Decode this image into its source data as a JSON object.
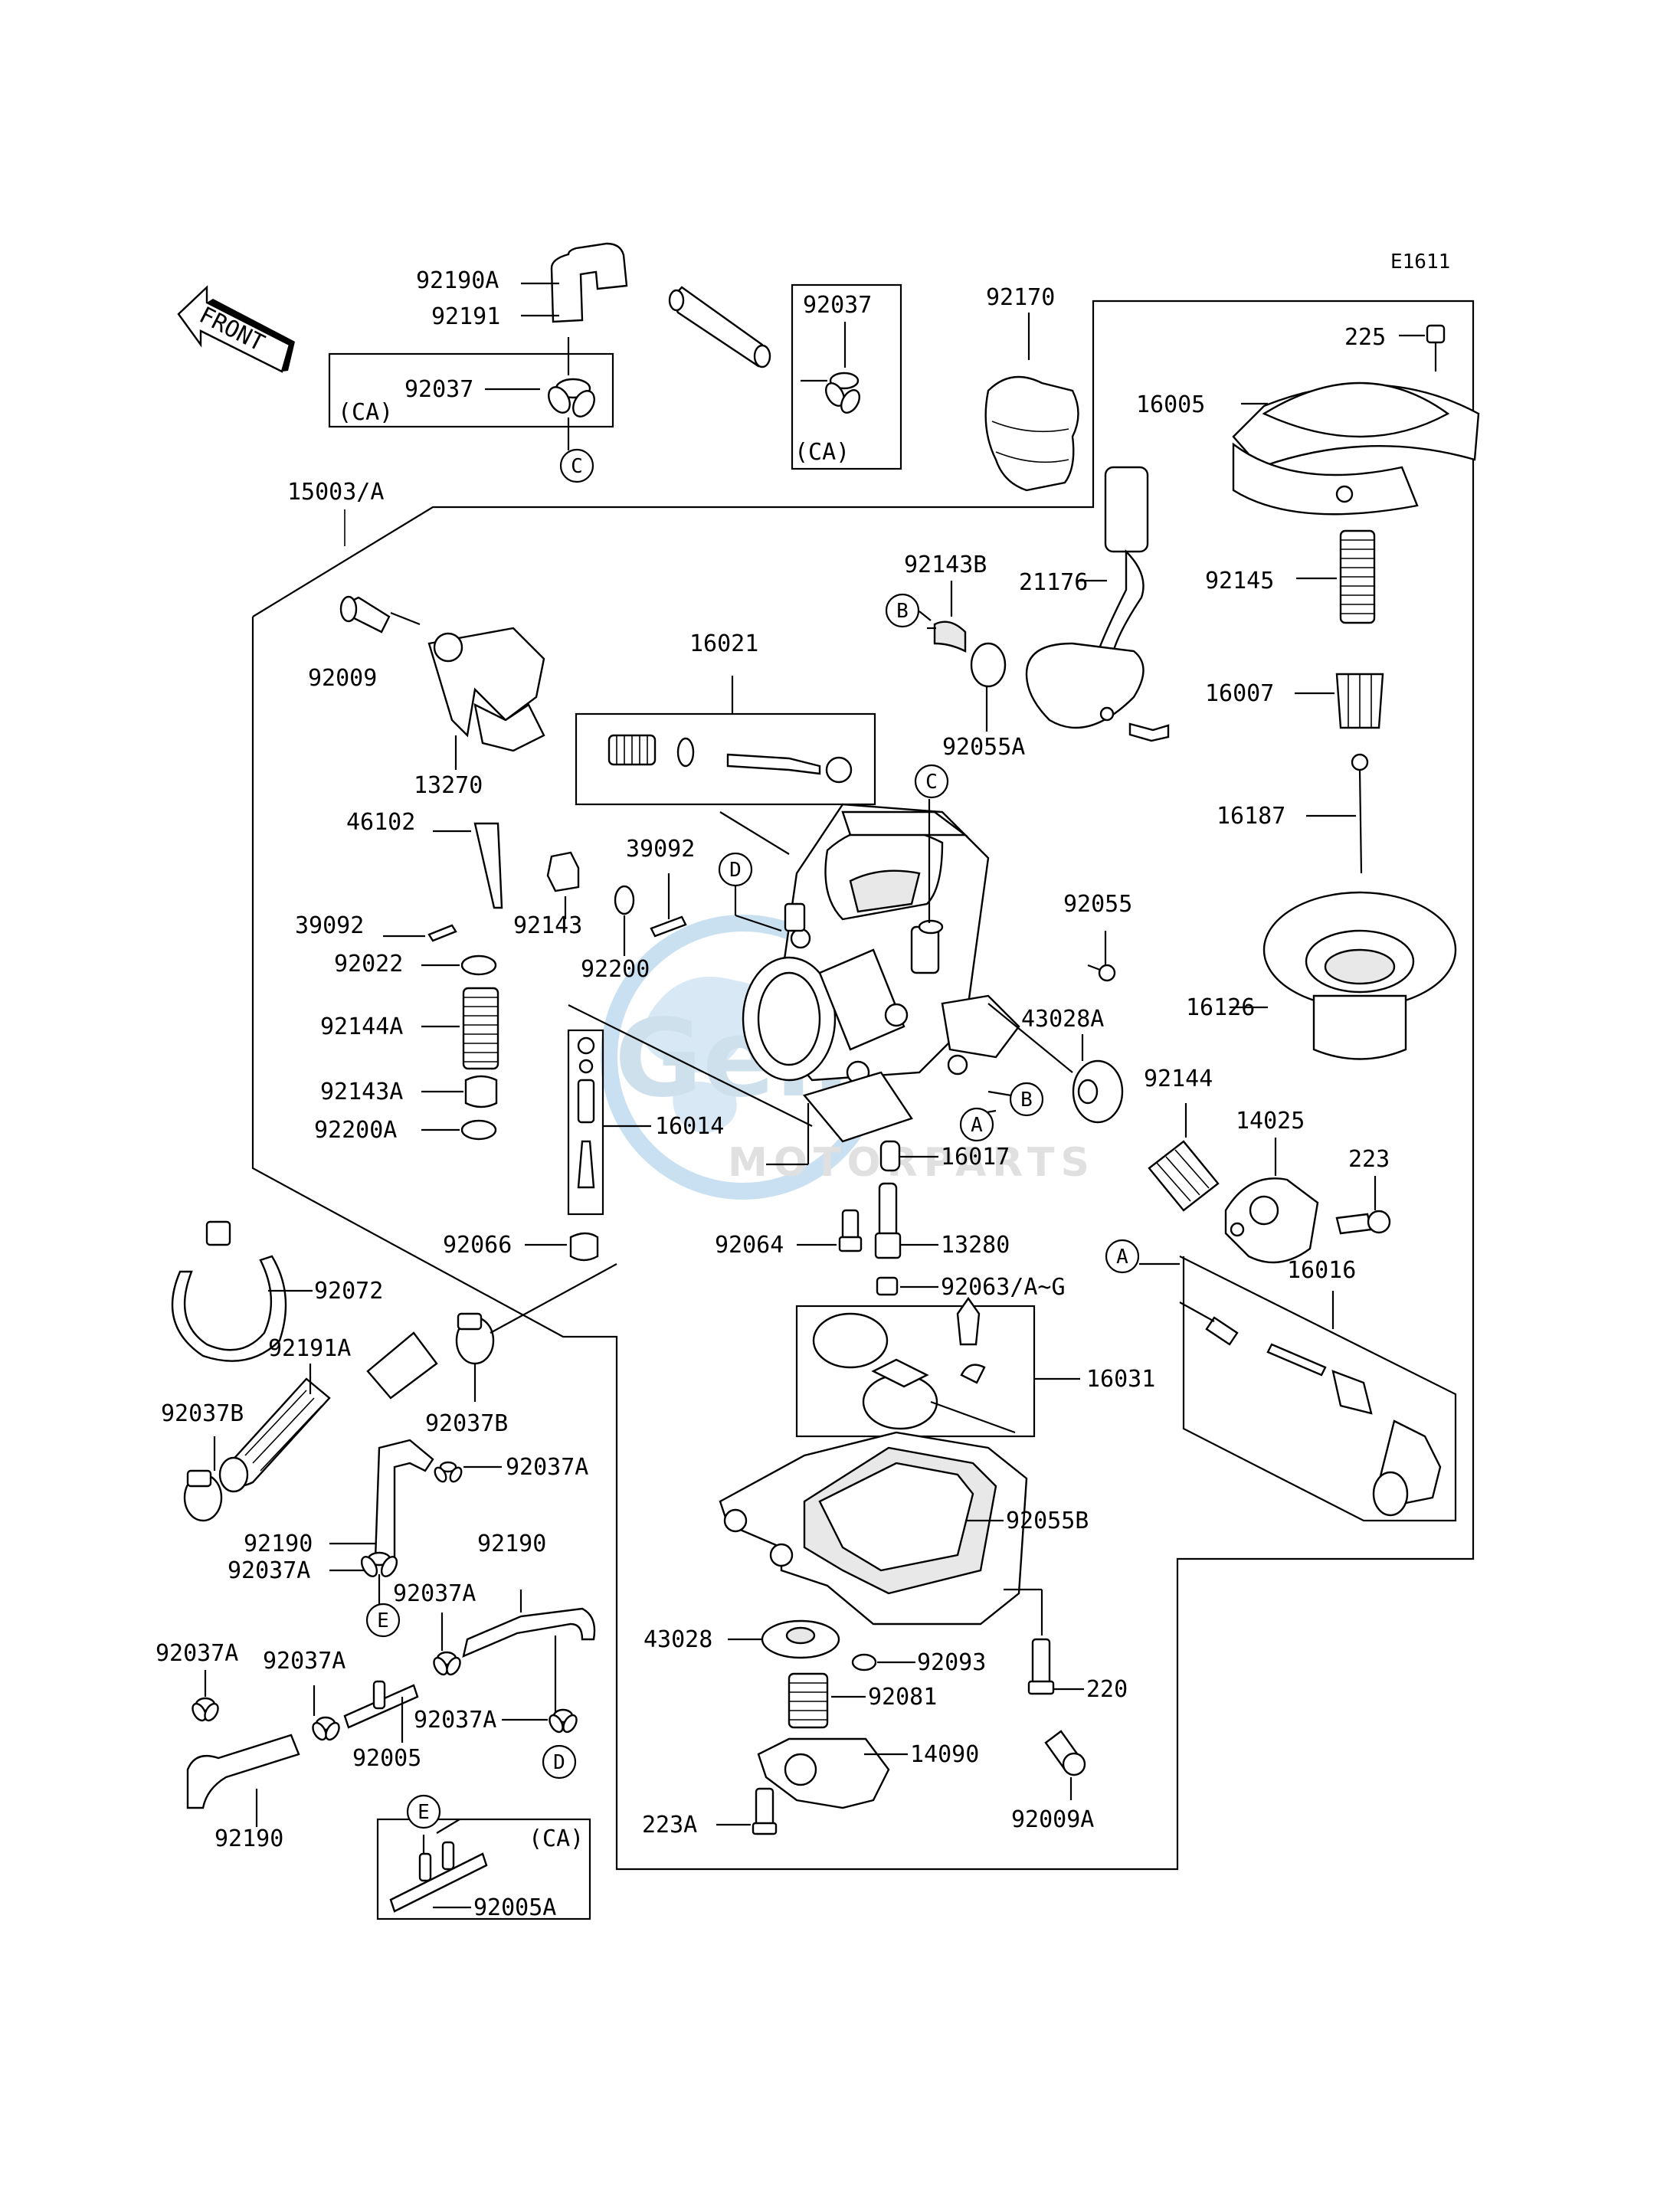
{
  "diagram": {
    "code": "E1611",
    "front_label": "FRONT",
    "ca_note": "(CA)",
    "watermark": {
      "brand": "Gem",
      "sub": "MOTORPARTS"
    },
    "callouts": {
      "A": "A",
      "B": "B",
      "C": "C",
      "D": "D",
      "E": "E"
    },
    "parts": {
      "p92190A": "92190A",
      "p92191": "92191",
      "p92037_left": "92037",
      "p92037_right": "92037",
      "p92170": "92170",
      "p225": "225",
      "p16005": "16005",
      "p15003A": "15003/A",
      "p92143B": "92143B",
      "p21176": "21176",
      "p92145": "92145",
      "p92009": "92009",
      "p16021": "16021",
      "p92055A": "92055A",
      "p16007": "16007",
      "p13270": "13270",
      "p16187": "16187",
      "p46102": "46102",
      "p39092_top": "39092",
      "p39092_left": "39092",
      "p92143": "92143",
      "p92055": "92055",
      "p92022": "92022",
      "p92200": "92200",
      "p43028A": "43028A",
      "p16126": "16126",
      "p92144A": "92144A",
      "p92144": "92144",
      "p14025": "14025",
      "p92143A": "92143A",
      "p92200A": "92200A",
      "p16014": "16014",
      "p16017": "16017",
      "p223": "223",
      "p92066": "92066",
      "p92064": "92064",
      "p13280": "13280",
      "p92072": "92072",
      "p92063AG": "92063/A~G",
      "p16016": "16016",
      "p92191A": "92191A",
      "p16031": "16031",
      "p92037B_left": "92037B",
      "p92037B_right": "92037B",
      "p92037A_1": "92037A",
      "p92055B": "92055B",
      "p92190_1": "92190",
      "p92190_2": "92190",
      "p92037A_2": "92037A",
      "p92037A_3": "92037A",
      "p43028": "43028",
      "p92093": "92093",
      "p92037A_4": "92037A",
      "p92037A_5": "92037A",
      "p220": "220",
      "p92081": "92081",
      "p92037A_6": "92037A",
      "p92005": "92005",
      "p14090": "14090",
      "p92190_3": "92190",
      "p223A": "223A",
      "p92009A": "92009A",
      "p92005A": "92005A"
    }
  }
}
